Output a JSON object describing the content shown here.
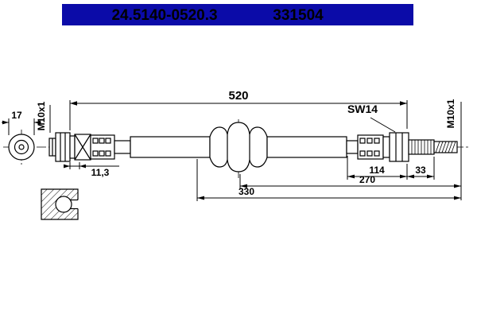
{
  "header": {
    "part_number": "24.5140-0520.3",
    "ref_number": "331504",
    "background": "#0b0ba8",
    "text_color": "#ffffff"
  },
  "drawing": {
    "line_color": "#000000",
    "labels": {
      "left_thread": "M10x1",
      "right_thread": "M10x1",
      "wrench": "SW14"
    },
    "dimensions": {
      "overall_length": "520",
      "end_diameter": "17",
      "fitting_offset": "11,3",
      "fitting_to_thread": "114",
      "thread_length": "33",
      "grommet_to_end": "270",
      "grommet_far_to_end": "330"
    }
  }
}
